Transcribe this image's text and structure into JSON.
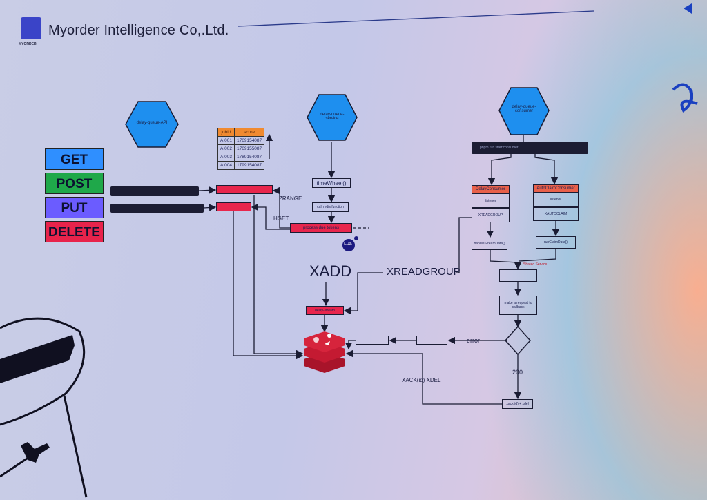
{
  "header": {
    "company": "Myorder Intelligence Co,.Ltd.",
    "logo_text": "MYORDER"
  },
  "http_methods": [
    {
      "label": "GET",
      "color": "#2f8fff"
    },
    {
      "label": "POST",
      "color": "#1fa84a"
    },
    {
      "label": "PUT",
      "color": "#6b5cff"
    },
    {
      "label": "DELETE",
      "color": "#e8234b"
    }
  ],
  "services": {
    "api": "delay-queue-API",
    "service": "delay-queue-service",
    "consumer": "delay-queue-consumer"
  },
  "table": {
    "headers": [
      "jobId",
      "score"
    ],
    "rows": [
      [
        "A:001",
        "1769154087"
      ],
      [
        "A:002",
        "1769155087"
      ],
      [
        "A:003",
        "1789154087"
      ],
      [
        "A:004",
        "1799154087"
      ]
    ]
  },
  "nodes": {
    "time_wheel": "timeWheel()",
    "call_redis": "call redis function",
    "process_due": "process due tokens",
    "delay_stream": "delay-stream",
    "start_consumer": "pnpm run start:consumer",
    "delay_consumer": "DelayConsumer",
    "auto_claim_consumer": "AutoClaimConsumer",
    "listener": "listener",
    "xreadgroup_small": "XREADGROUP",
    "xautoclaim": "XAUTOCLAIM",
    "handle_stream": "handleStreamData()",
    "run_claim": "runClaimData()",
    "shared_service": "Shared Service",
    "make_request": "make a request to callback",
    "xack_box": "xack(id) + xdel",
    "lua": "Lua"
  },
  "edges": {
    "zrange": "ZRANGE",
    "hget": "HGET",
    "xadd": "XADD",
    "xreadgroup": "XREADGROUP",
    "error": "error",
    "ok": "200",
    "xack": "XACK(id) XDEL"
  }
}
